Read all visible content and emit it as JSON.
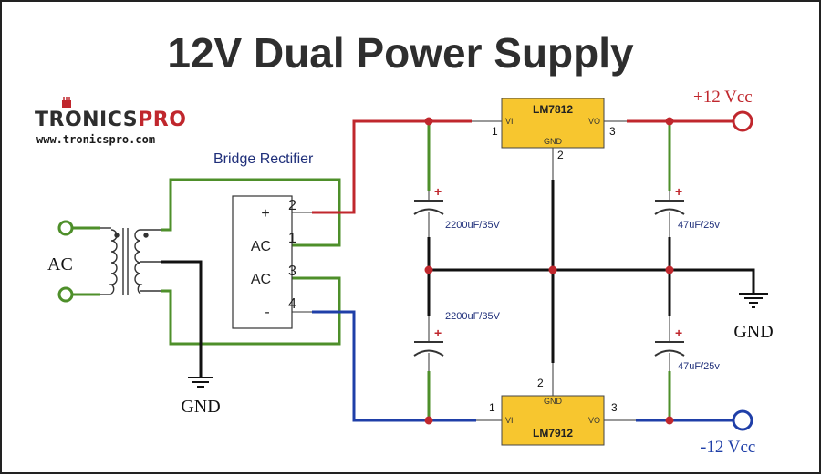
{
  "title": "12V Dual Power Supply",
  "logo": {
    "brand_main": "TRONICS",
    "brand_accent": "PRO",
    "url": "www.tronicspro.com"
  },
  "labels": {
    "bridge_rectifier": "Bridge Rectifier",
    "ac_input": "AC",
    "gnd_left": "GND",
    "gnd_right": "GND",
    "vcc_pos": "+12 Vcc",
    "vcc_neg": "-12 Vcc"
  },
  "bridge": {
    "pins": [
      {
        "symbol": "+",
        "number": "2"
      },
      {
        "symbol": "AC",
        "number": "1"
      },
      {
        "symbol": "AC",
        "number": "3"
      },
      {
        "symbol": "-",
        "number": "4"
      }
    ]
  },
  "regulators": {
    "positive": {
      "name": "LM7812",
      "vi": "VI",
      "vo": "VO",
      "gnd": "GND",
      "pin_in": "1",
      "pin_gnd": "2",
      "pin_out": "3"
    },
    "negative": {
      "name": "LM7912",
      "vi": "VI",
      "vo": "VO",
      "gnd": "GND",
      "pin_in": "1",
      "pin_gnd": "2",
      "pin_out": "3"
    }
  },
  "capacitors": {
    "c1": "2200uF/35V",
    "c2": "2200uF/35V",
    "c3": "47uF/25v",
    "c4": "47uF/25v",
    "polarity": "+"
  },
  "colors": {
    "red_wire": "#c0272d",
    "green_wire": "#4e8f2a",
    "blue_wire": "#1f3fa8",
    "black_wire": "#111111",
    "regulator_fill": "#f7c62f",
    "node": "#c0272d"
  }
}
